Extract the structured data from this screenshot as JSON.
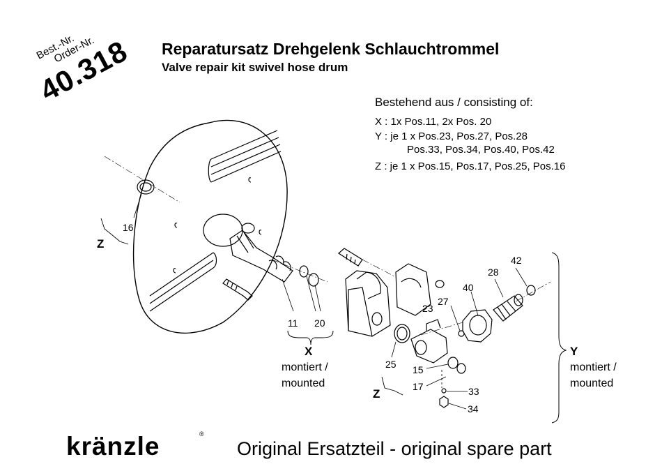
{
  "title": {
    "de": "Reparatursatz Drehgelenk Schlauchtrommel",
    "en": "Valve repair kit swivel hose drum"
  },
  "order": {
    "best_nr": "Best.-Nr.",
    "order_nr": "Order-Nr.",
    "number": "40.318"
  },
  "consisting": {
    "heading": "Bestehend aus / consisting of:",
    "x": "X : 1x Pos.11, 2x Pos. 20",
    "y_line1": "Y : je 1 x Pos.23, Pos.27, Pos.28",
    "y_line2": "Pos.33, Pos.34, Pos.40, Pos.42",
    "z": "Z : je 1 x Pos.15, Pos.17, Pos.25, Pos.16"
  },
  "callouts": {
    "c16": "16",
    "c11": "11",
    "c20": "20",
    "c25": "25",
    "c15": "15",
    "c17": "17",
    "c23": "23",
    "c27": "27",
    "c40": "40",
    "c28": "28",
    "c42": "42",
    "c33": "33",
    "c34": "34"
  },
  "groups": {
    "x": "X",
    "y": "Y",
    "z_upper": "Z",
    "z_lower": "Z",
    "x_mounted_de": "montiert /",
    "x_mounted_en": "mounted",
    "y_mounted_de": "montiert /",
    "y_mounted_en": "mounted"
  },
  "footer": {
    "brand": "kränzle",
    "registered": "®",
    "text": "Original Ersatzteil - original spare part"
  }
}
